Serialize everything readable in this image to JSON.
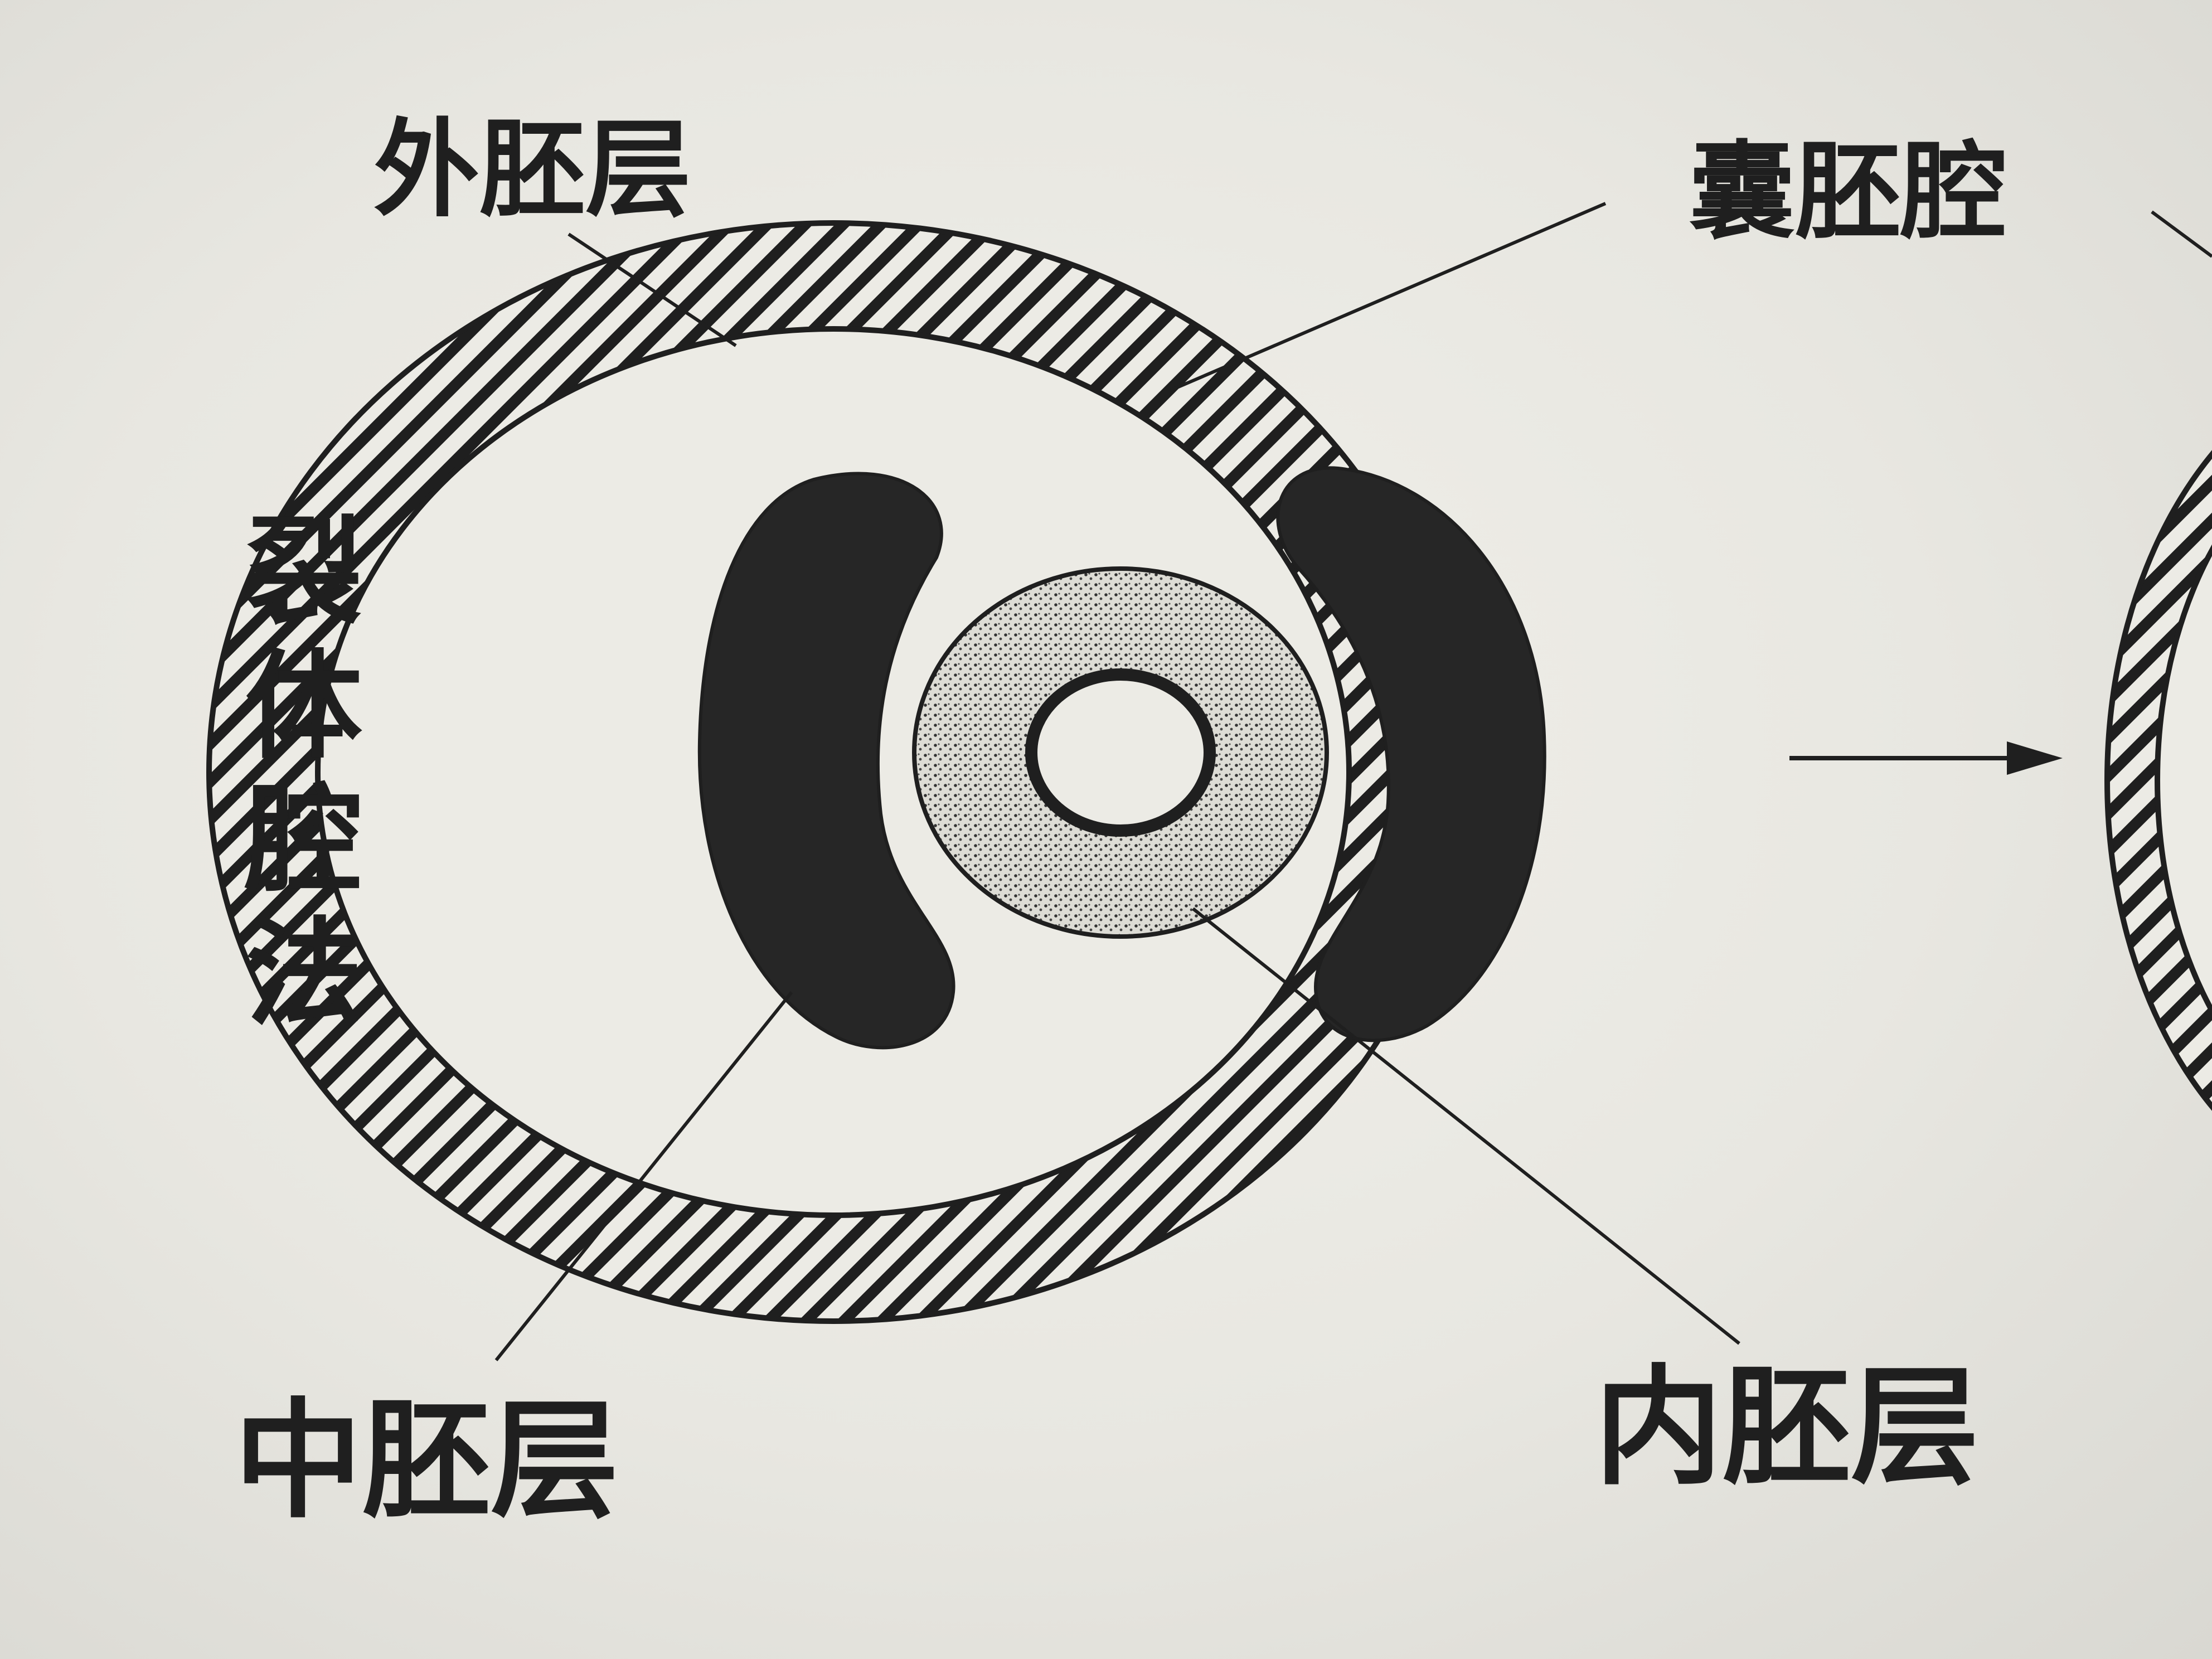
{
  "figure": {
    "labels": {
      "ectoderm": "外胚层",
      "blastocoel": "囊胚腔",
      "schizocoely_method": "裂体腔法",
      "mesoderm": "中胚层",
      "endoderm": "内胚层"
    },
    "colors": {
      "ink": "#1f1f1f",
      "paper": "#ecebe5",
      "mesoderm_fill": "#262626",
      "endoderm_fill": "#d9d8d2"
    }
  }
}
